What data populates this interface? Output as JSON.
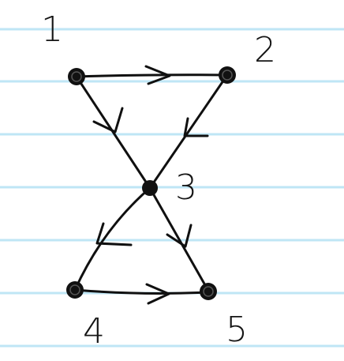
{
  "diagram": {
    "paper_line_color": "#bfe6f5",
    "ink_color": "#101010",
    "nodes": [
      {
        "id": "1",
        "label": "1"
      },
      {
        "id": "2",
        "label": "2"
      },
      {
        "id": "3",
        "label": "3"
      },
      {
        "id": "4",
        "label": "4"
      },
      {
        "id": "5",
        "label": "5"
      }
    ],
    "edges": [
      {
        "from": "1",
        "to": "2"
      },
      {
        "from": "1",
        "to": "3"
      },
      {
        "from": "2",
        "to": "3"
      },
      {
        "from": "3",
        "to": "4"
      },
      {
        "from": "3",
        "to": "5"
      },
      {
        "from": "4",
        "to": "5"
      }
    ]
  }
}
